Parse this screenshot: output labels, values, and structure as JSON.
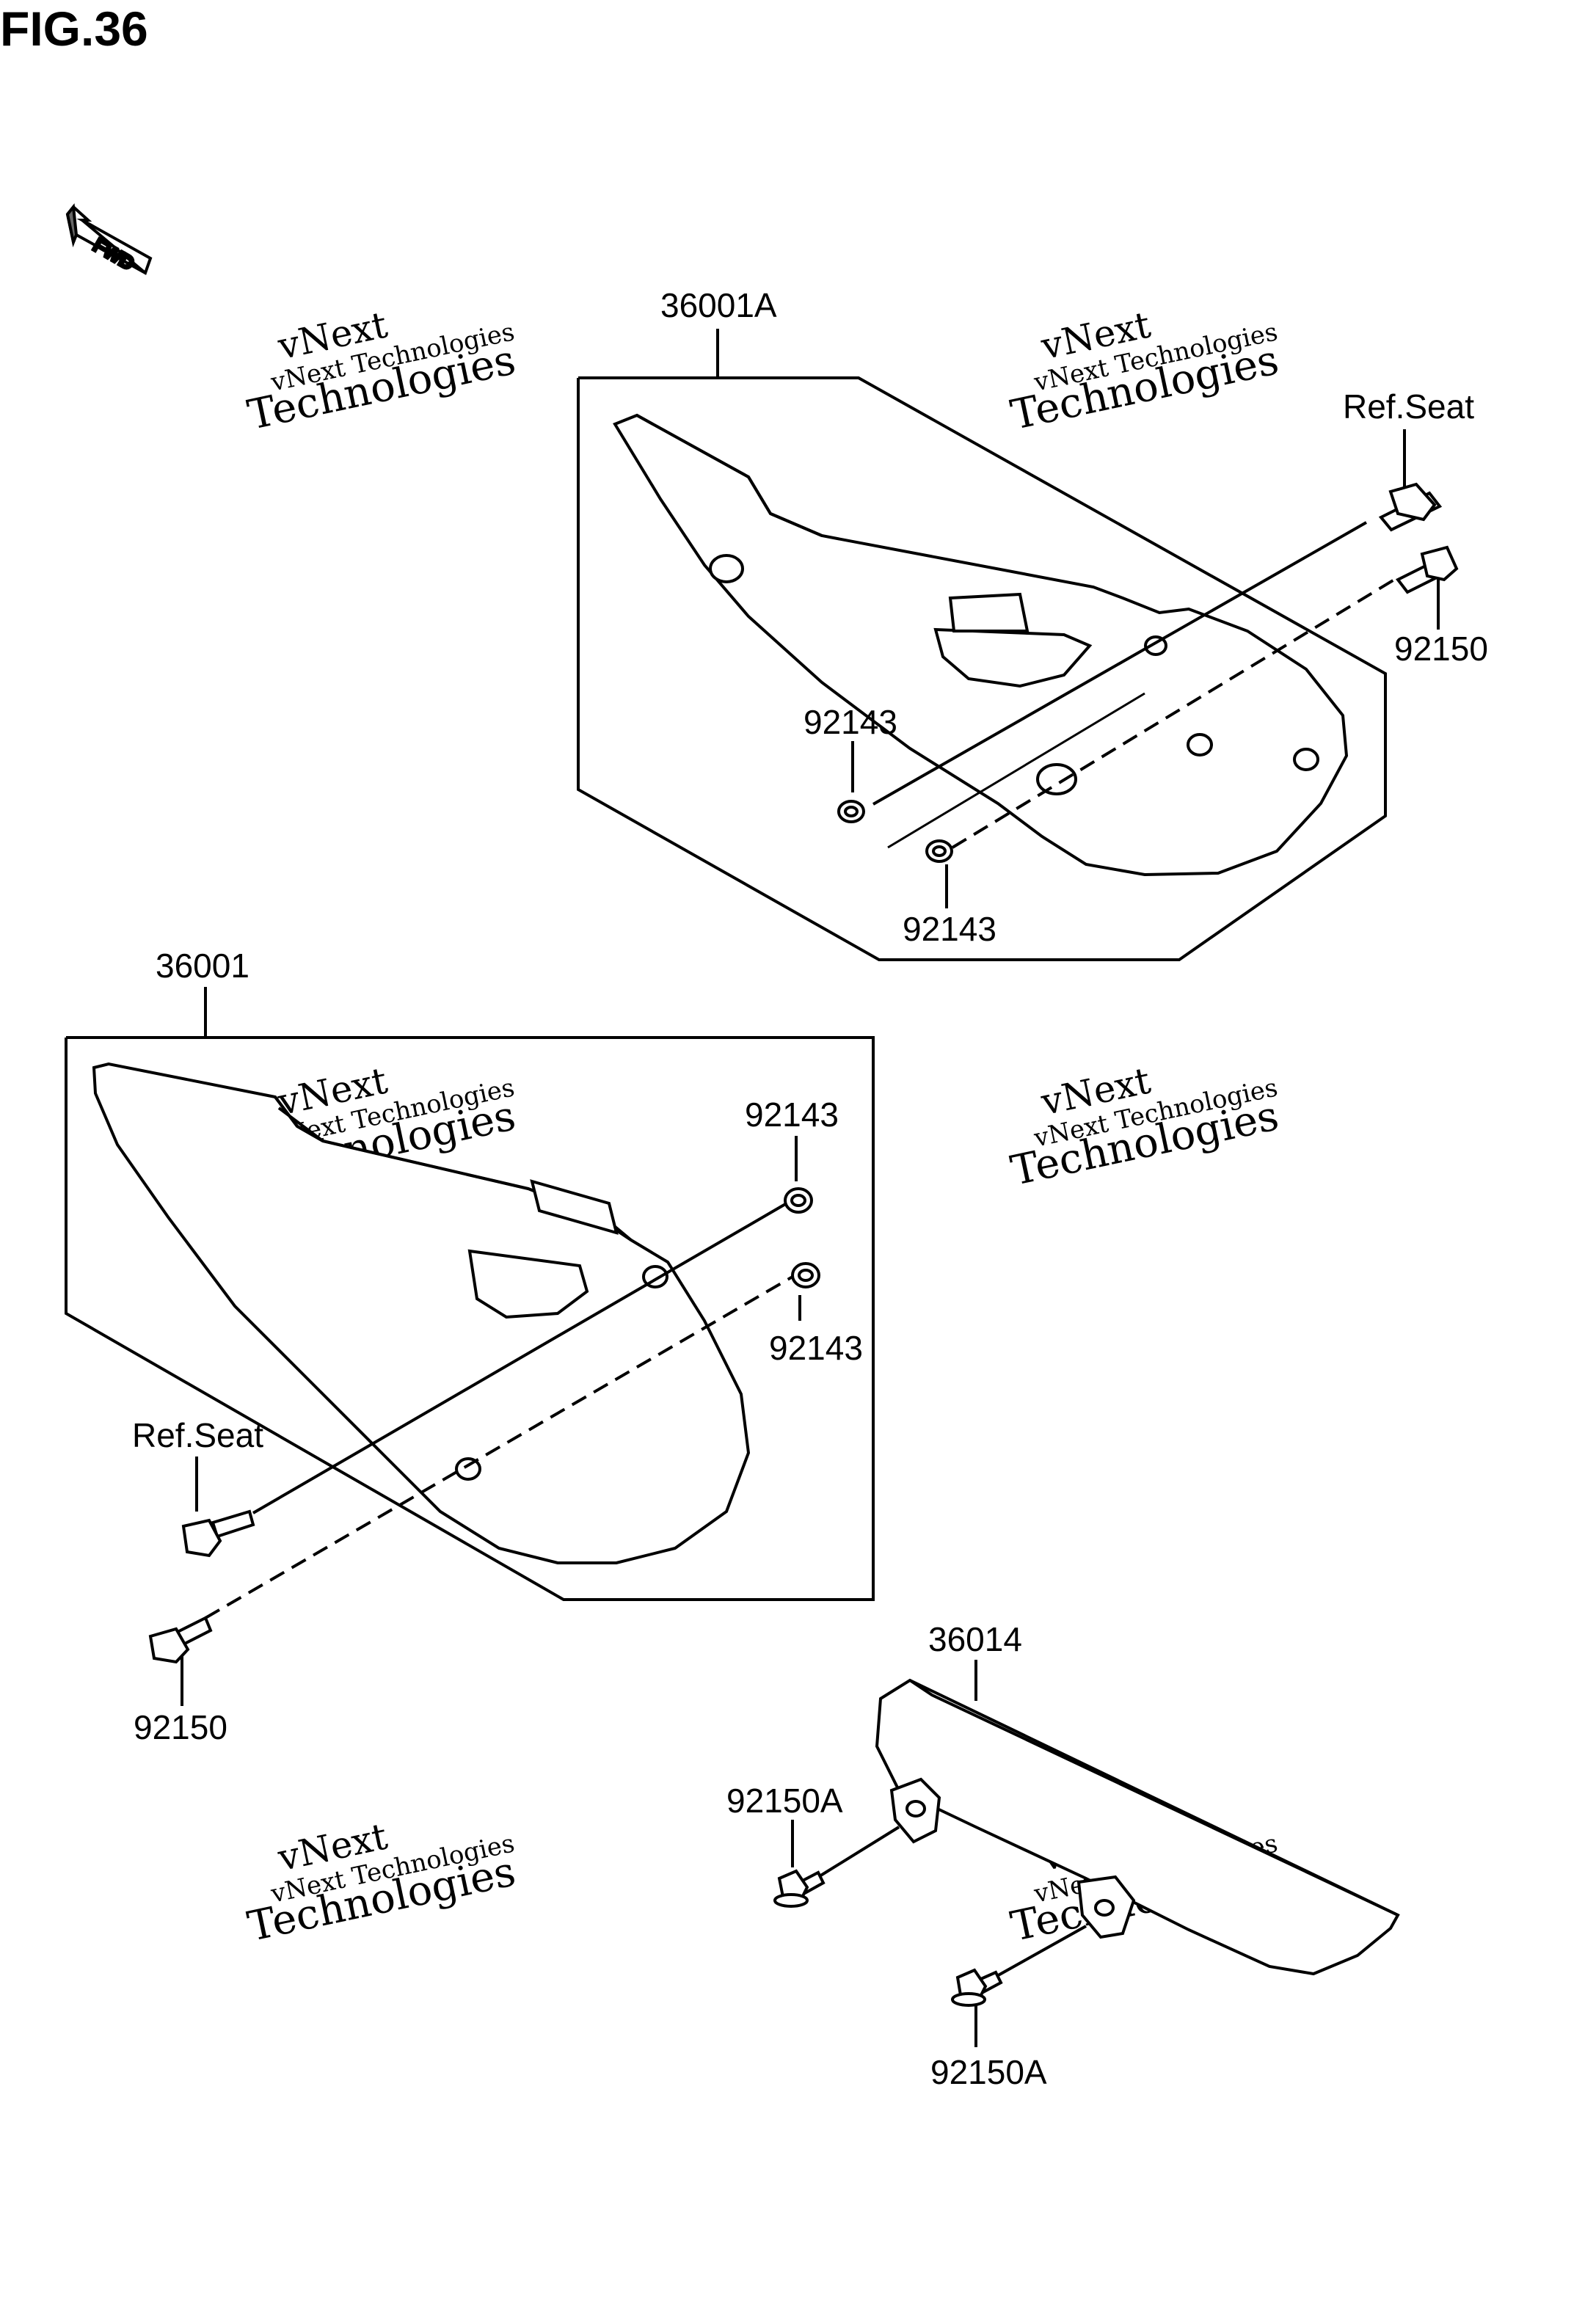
{
  "figure": {
    "title": "FIG.36",
    "fwd_label": "FWD"
  },
  "watermark": {
    "line1": "vNext",
    "line2": "vNext Technologies",
    "line3": "Technologies"
  },
  "callouts": {
    "part_36001A": "36001A",
    "ref_seat_top": "Ref.Seat",
    "bolt_92150_top": "92150",
    "washer_92143_top_upper": "92143",
    "washer_92143_top_lower": "92143",
    "part_36001": "36001",
    "washer_92143_mid_upper": "92143",
    "washer_92143_mid_lower": "92143",
    "ref_seat_mid": "Ref.Seat",
    "bolt_92150_mid": "92150",
    "part_36014": "36014",
    "bolt_92150A_upper": "92150A",
    "bolt_92150A_lower": "92150A"
  },
  "colors": {
    "line": "#000000",
    "background": "#ffffff",
    "watermark": "#c8c8c8"
  }
}
